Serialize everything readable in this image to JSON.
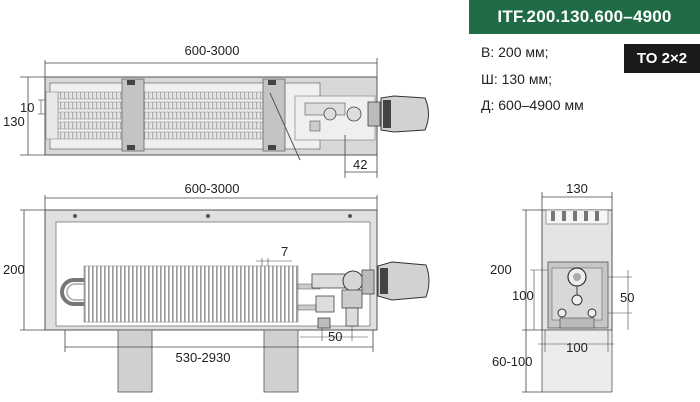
{
  "header": {
    "model": "ITF.200.130.600–4900",
    "type_badge": "TO 2×2"
  },
  "specs": {
    "height": "В: 200 мм;",
    "width": "Ш: 130 мм;",
    "length": "Д: 600–4900 мм"
  },
  "top_view": {
    "length": "600-3000",
    "width": "130",
    "fin_pitch": "10",
    "valve_offset": "42"
  },
  "front_view": {
    "length": "600-3000",
    "height": "200",
    "fin_pitch": "7",
    "feet_span": "530-2930",
    "connection_offset": "50"
  },
  "side_view": {
    "width": "130",
    "height": "200",
    "pipe_height": "100",
    "pipe_spacing": "50",
    "feet_spacing": "100",
    "leg_height": "60-100"
  },
  "colors": {
    "brand_green": "#1f6b45",
    "badge_black": "#1a1a1a",
    "fin_grey": "#9a9a9a",
    "housing_grey": "#cfcfcf"
  }
}
